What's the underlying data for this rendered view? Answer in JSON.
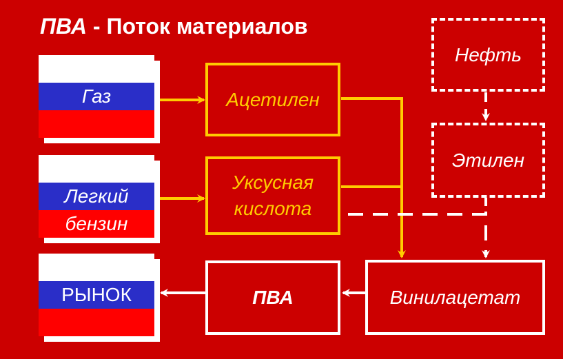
{
  "title": {
    "abbr": "ПВА",
    "rest": " - Поток материалов"
  },
  "sources": [
    {
      "label": "Газ"
    },
    {
      "line1": "Легкий",
      "line2": "бензин"
    }
  ],
  "market": {
    "label": "РЫНОК"
  },
  "nodes": {
    "acetylene": "Ацетилен",
    "acetic_acid_1": "Уксусная",
    "acetic_acid_2": "кислота",
    "pva": "ПВА",
    "vinyl_acetate": "Винилацетат",
    "oil": "Нефть",
    "ethylene": "Этилен"
  },
  "colors": {
    "background": "#cc0000",
    "yellow": "#ffcc00",
    "blue": "#2a2ec8",
    "red": "#ff0000",
    "white": "#ffffff"
  }
}
